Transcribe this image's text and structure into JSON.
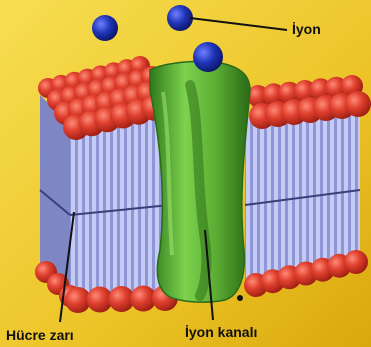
{
  "labels": {
    "ion": "İyon",
    "cell_membrane": "Hücre zarı",
    "ion_channel": "İyon kanalı"
  },
  "colors": {
    "background_light": "#f6da4a",
    "background_dark": "#d9a80e",
    "lipid_head": "#d93a2a",
    "lipid_tail": "#a6aee8",
    "channel_protein": "#5cae34",
    "ion": "#1e2f9e"
  }
}
